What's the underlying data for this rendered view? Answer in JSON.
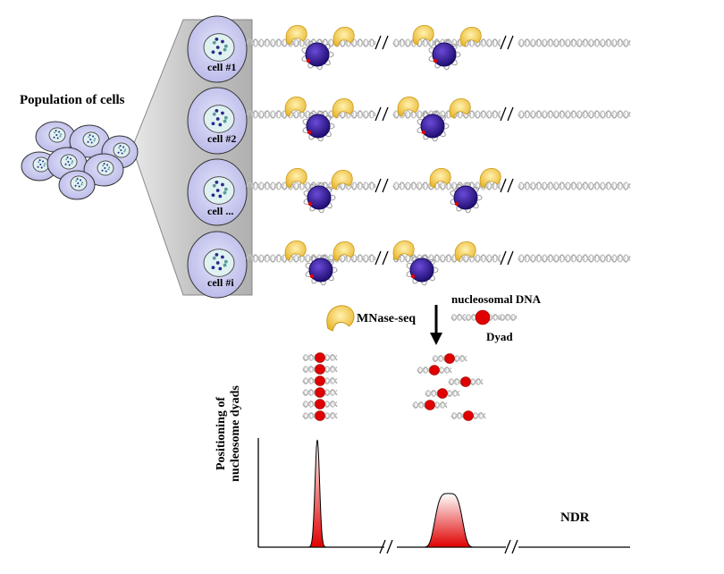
{
  "population_label": "Population of cells",
  "cells": [
    {
      "label": "cell #1"
    },
    {
      "label": "cell #2"
    },
    {
      "label": "cell ..."
    },
    {
      "label": "cell #i"
    }
  ],
  "legend": {
    "mnase_label": "MNase-seq",
    "nucleosomal_dna_label": "nucleosomal DNA",
    "dyad_label": "Dyad"
  },
  "plot": {
    "y_label_line1": "Positioning of",
    "y_label_line2": "nucleosome dyads",
    "region_label": "NDR"
  },
  "colors": {
    "dna": "#a8a8a8",
    "histone": "#3a1a9a",
    "mnase": "#f2c84a",
    "dyad": "#e00000",
    "cell_fill": "#c9c9ee",
    "nucleus_fill": "#dff1f1",
    "zoom_panel": "#c8c8c8"
  }
}
